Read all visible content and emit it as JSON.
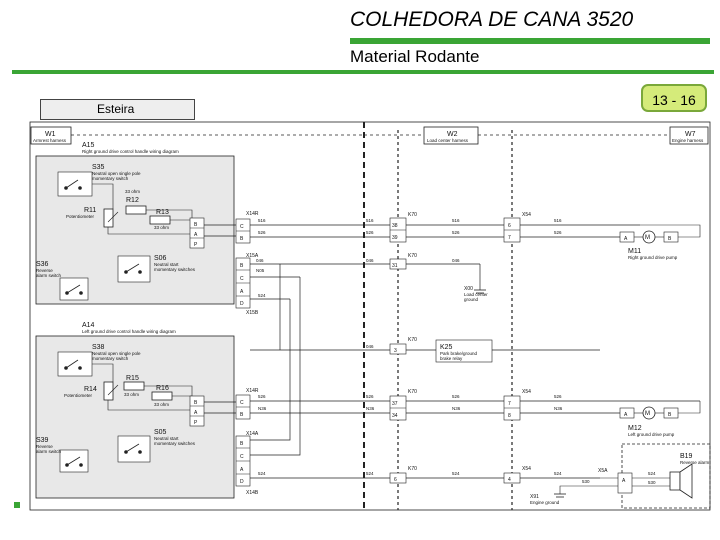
{
  "header": {
    "title": "COLHEDORA DE CANA 3520",
    "subtitle": "Material Rodante",
    "page_number": "13 - 16",
    "section_tab": "Esteira"
  },
  "colors": {
    "accent_green": "#3aa535",
    "badge_fill": "#d5eb7a",
    "line": "#222222",
    "grey_box": "#e8e8e8"
  },
  "diagram": {
    "connectors": {
      "w1": {
        "id": "W1",
        "desc": "Armrest harness"
      },
      "w2": {
        "id": "W2",
        "desc": "Load center harness"
      },
      "w7": {
        "id": "W7",
        "desc": "Engine harness"
      }
    },
    "upper": {
      "module_id": "A15",
      "module_desc": "Right ground drive control handle wiring diagram",
      "sw_id": "S35",
      "sw_desc1": "Neutral open single pole",
      "sw_desc2": "momentary switch",
      "r12_id": "R12",
      "r12_val": "33 ohm",
      "r11_id": "R11",
      "r11_desc": "Potentiometer",
      "r13_id": "R13",
      "r13_val": "33 ohm",
      "rev_id": "S36",
      "rev_desc1": "Reverse",
      "rev_desc2": "alarm switch",
      "s06_id": "S06",
      "s06_desc1": "Neutral start",
      "s06_desc2": "momentary switches",
      "x4_id": "X14R",
      "x15_id": "X15A",
      "x15b_id": "X15B",
      "pin_b": "B",
      "pin_a": "A",
      "pin_p": "P",
      "pin_c": "C",
      "pin_d": "D",
      "w516": "516",
      "w526": "526",
      "w046": "046",
      "w005": "N05",
      "w524": "524"
    },
    "lower": {
      "module_id": "A14",
      "module_desc": "Left ground drive control handle wiring diagram",
      "sw_id": "S38",
      "sw_desc1": "Neutral open single pole",
      "sw_desc2": "momentary switch",
      "r14_id": "R14",
      "r14_desc": "Potentiometer",
      "r15_id": "R15",
      "r15_val": "33 ohm",
      "r16_id": "R16",
      "r16_val": "33 ohm",
      "rev_id": "S39",
      "rev_desc1": "Reverse",
      "rev_desc2": "alarm switch",
      "s05_id": "S05",
      "s05_desc1": "Neutral start",
      "s05_desc2": "momentary switches",
      "x14_id": "X14R",
      "x14a_id": "X14A",
      "x14b_id": "X14B",
      "w526": "526",
      "w528": "N36",
      "w524": "524"
    },
    "center": {
      "k70": "K70",
      "x54": "X54",
      "x00": "X00",
      "x00_desc1": "Load center",
      "x00_desc2": "ground",
      "k25": "K25",
      "k25_desc1": "Park brake/ground",
      "k25_desc2": "brake relay",
      "pin_38": "38",
      "pin_39": "39",
      "pin_31": "31",
      "pin_3": "3",
      "pin_37": "37",
      "pin_34": "34",
      "pin_6": "6",
      "pin_7": "7",
      "pin_8": "8",
      "pin_4": "4"
    },
    "right": {
      "m11_id": "M11",
      "m11_desc": "Right ground drive pump",
      "m12_id": "M12",
      "m12_desc": "Left ground drive pump",
      "b19_id": "B19",
      "b19_desc": "Reverse alarm",
      "x5a_id": "X5A",
      "x91_id": "X91",
      "x91_desc": "Engine ground",
      "motor_label": "M",
      "pin_a": "A",
      "pin_b": "B",
      "w524": "524",
      "w530": "530"
    }
  }
}
